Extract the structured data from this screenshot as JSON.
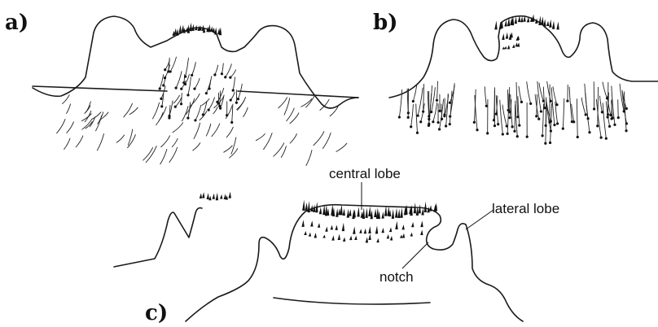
{
  "panels": {
    "a": {
      "letter": "a)"
    },
    "b": {
      "letter": "b)"
    },
    "c": {
      "letter": "c)"
    }
  },
  "labels": {
    "central_lobe": "central lobe",
    "lateral_lobe": "lateral lobe",
    "notch": "notch"
  }
}
